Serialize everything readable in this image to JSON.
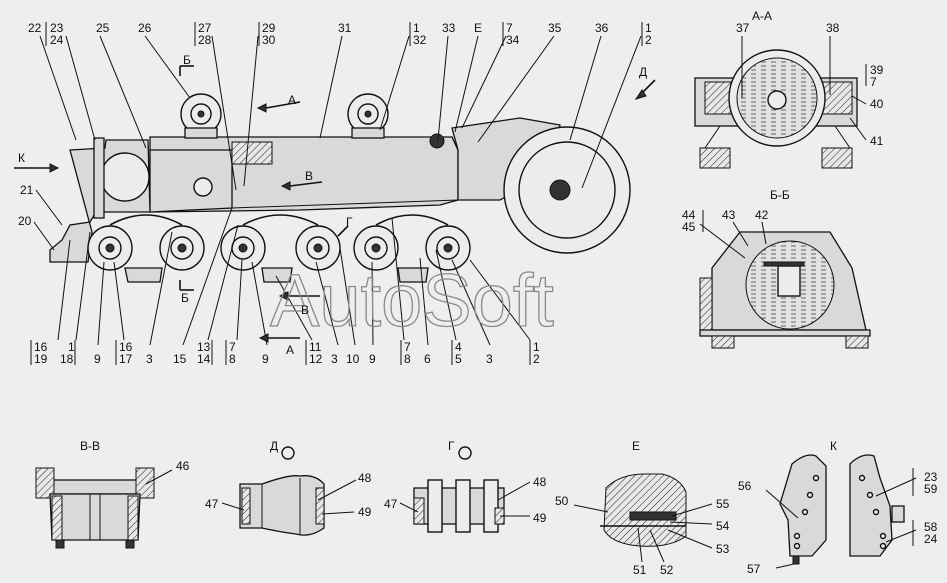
{
  "watermark": "AutoSoft",
  "main_view": {
    "top_numbers": [
      "22",
      "23",
      "24",
      "25",
      "26",
      "27",
      "28",
      "29",
      "30",
      "31",
      "1",
      "32",
      "33",
      "Е",
      "7",
      "34",
      "35",
      "36",
      "1",
      "2"
    ],
    "bottom_numbers": [
      "16",
      "19",
      "1",
      "18",
      "9",
      "16",
      "17",
      "3",
      "15",
      "13",
      "14",
      "7",
      "8",
      "9",
      "11",
      "12",
      "3",
      "10",
      "9",
      "7",
      "8",
      "6",
      "4",
      "5",
      "3",
      "1",
      "2"
    ],
    "left_numbers": [
      "21",
      "20"
    ],
    "arrows": {
      "k": "К",
      "a": "А",
      "a_bottom": "А",
      "b": "Б",
      "b_bottom": "Б",
      "v": "В",
      "v_bottom": "В",
      "g": "Г",
      "d": "Д"
    }
  },
  "section_aa": {
    "title": "А-А",
    "numbers": [
      "37",
      "38",
      "39",
      "7",
      "40",
      "41"
    ]
  },
  "section_bb": {
    "title": "Б-Б",
    "numbers": [
      "44",
      "45",
      "43",
      "42"
    ]
  },
  "section_vv": {
    "title": "В-В",
    "numbers": [
      "46"
    ]
  },
  "detail_d": {
    "title": "Д",
    "numbers": [
      "47",
      "48",
      "49"
    ]
  },
  "detail_g": {
    "title": "Г",
    "numbers": [
      "47",
      "48",
      "49"
    ]
  },
  "detail_e": {
    "title": "Е",
    "numbers": [
      "50",
      "55",
      "54",
      "53",
      "51",
      "52"
    ]
  },
  "view_k": {
    "title": "К",
    "numbers": [
      "56",
      "57",
      "23",
      "59",
      "58",
      "24"
    ]
  },
  "colors": {
    "background": "#eeeeee",
    "ink": "#111111",
    "watermark": "#8a8a8a"
  }
}
